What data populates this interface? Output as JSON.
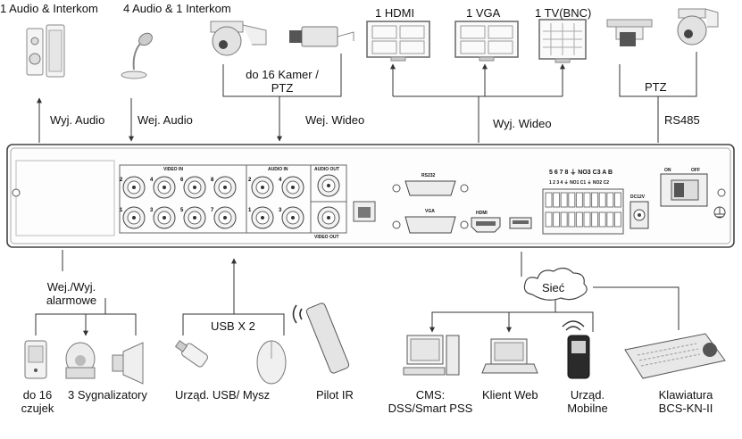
{
  "top": {
    "audio_interkom": "1 Audio  & Interkom",
    "audio4_interkom": "4 Audio & 1 Interkom",
    "hdmi": "1 HDMI",
    "vga": "1 VGA",
    "tv": "1 TV(BNC)",
    "cameras": "do 16 Kamer /\nPTZ",
    "ptz": "PTZ",
    "out_audio": "Wyj. Audio",
    "in_audio": "Wej. Audio",
    "in_video": "Wej. Wideo",
    "out_video": "Wyj. Wideo",
    "rs485": "RS485"
  },
  "panel": {
    "video_in": "VIDEO IN",
    "audio_in": "AUDIO IN",
    "audio_out": "AUDIO OUT",
    "video_out": "VIDEO OUT",
    "rs232": "RS232",
    "vga": "VGA",
    "hdmi": "HDMI",
    "dc": "DC12V",
    "on": "ON",
    "off": "OFF",
    "alarm_top": "5  6  7  8  ⏚ NO3  C3  A  B",
    "alarm_bottom": "1  2  3  4  ⏚  NO1 C1  ⏚ NO2  C2",
    "bnc_top": [
      "2",
      "4",
      "6",
      "8"
    ],
    "bnc_bottom": [
      "1",
      "3",
      "5",
      "7"
    ],
    "audio_top": [
      "2",
      "4"
    ],
    "audio_bottom": [
      "1",
      "3"
    ]
  },
  "bottom": {
    "alarm_io": "Wej./Wyj.\nalarmowe",
    "usb": "USB X 2",
    "network": "Sieć",
    "sensors": "do 16\nczujek",
    "sirens": "3 Sygnalizatory",
    "usb_mouse": "Urząd. USB/ Mysz",
    "ir": "Pilot IR",
    "cms": "CMS:\nDSS/Smart PSS",
    "web": "Klient Web",
    "mobile": "Urząd.\nMobilne",
    "keyboard": "Klawiatura\nBCS-KN-II"
  }
}
